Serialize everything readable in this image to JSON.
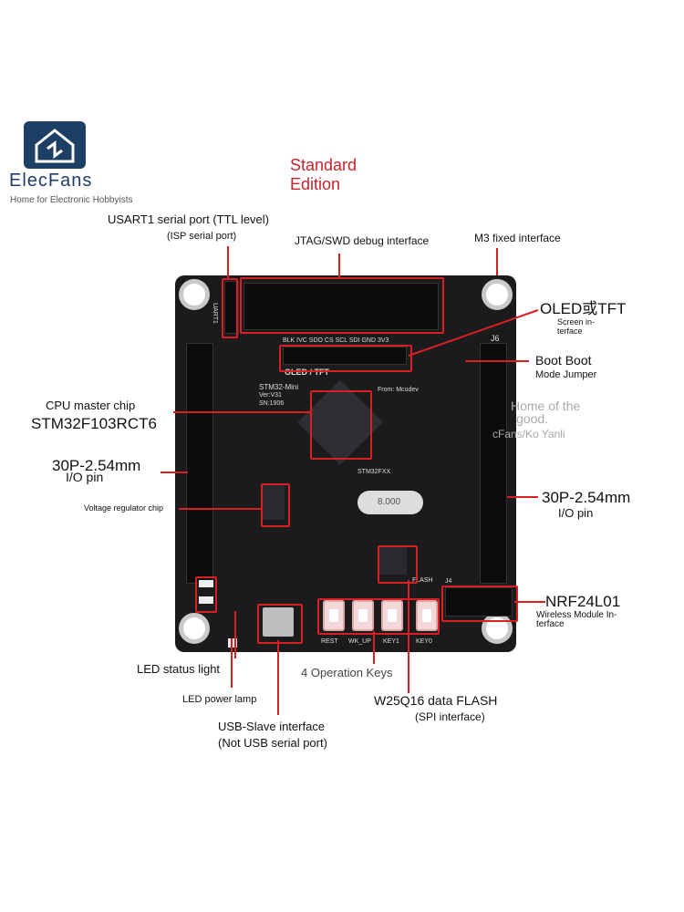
{
  "brand": {
    "name": "ElecFans",
    "tagline": "Home for Electronic Hobbyists"
  },
  "edition": {
    "line1": "Standard",
    "line2": "Edition"
  },
  "labels": {
    "usart_title": "USART1 serial port (TTL level)",
    "usart_sub": "(ISP serial port)",
    "jtag": "JTAG/SWD debug interface",
    "m3": "M3 fixed interface",
    "oled_title": "OLED或TFT",
    "oled_sub1": "Screen in-",
    "oled_sub2": "terface",
    "boot_title": "Boot Boot",
    "boot_sub": "Mode Jumper",
    "cpu_title": "CPU master chip",
    "cpu_model": "STM32F103RCT6",
    "left_io_1": "30P-2.54mm",
    "left_io_2": "I/O pin",
    "vreg": "Voltage regulator chip",
    "right_io_1": "30P-2.54mm",
    "right_io_2": "I/O pin",
    "nrf_title": "NRF24L01",
    "nrf_sub1": "Wireless Module In-",
    "nrf_sub2": "terface",
    "led_status": "LED status light",
    "keys": "4 Operation Keys",
    "led_power": "LED power lamp",
    "flash_title": "W25Q16 data FLASH",
    "flash_sub": "(SPI interface)",
    "usb_title": "USB-Slave interface",
    "usb_sub": "(Not USB serial port)",
    "watermark1": "Home of the",
    "watermark2": "good.",
    "watermark3": "cFans/Ko Yanli"
  },
  "board": {
    "name": "STM32-Mini",
    "ver": "Ver:V31",
    "sn": "SN:1906",
    "from": "From: Mcudev",
    "oled_silk": "OLED / TFT",
    "oled_pins": "BLK IVC SDO CS SCL SDI GND 3V3",
    "uart_tag": "UART1",
    "mcu_mark": "STM32FXX",
    "crystal": "8.000",
    "flash_tag": "FLASH",
    "j6": "J6",
    "j4": "J4",
    "keys": [
      "REST",
      "WK_UP",
      "KEY1",
      "KEY0"
    ]
  },
  "colors": {
    "accent": "#c8232c",
    "board": "#1b1b1d",
    "logo": "#1d3f66"
  }
}
